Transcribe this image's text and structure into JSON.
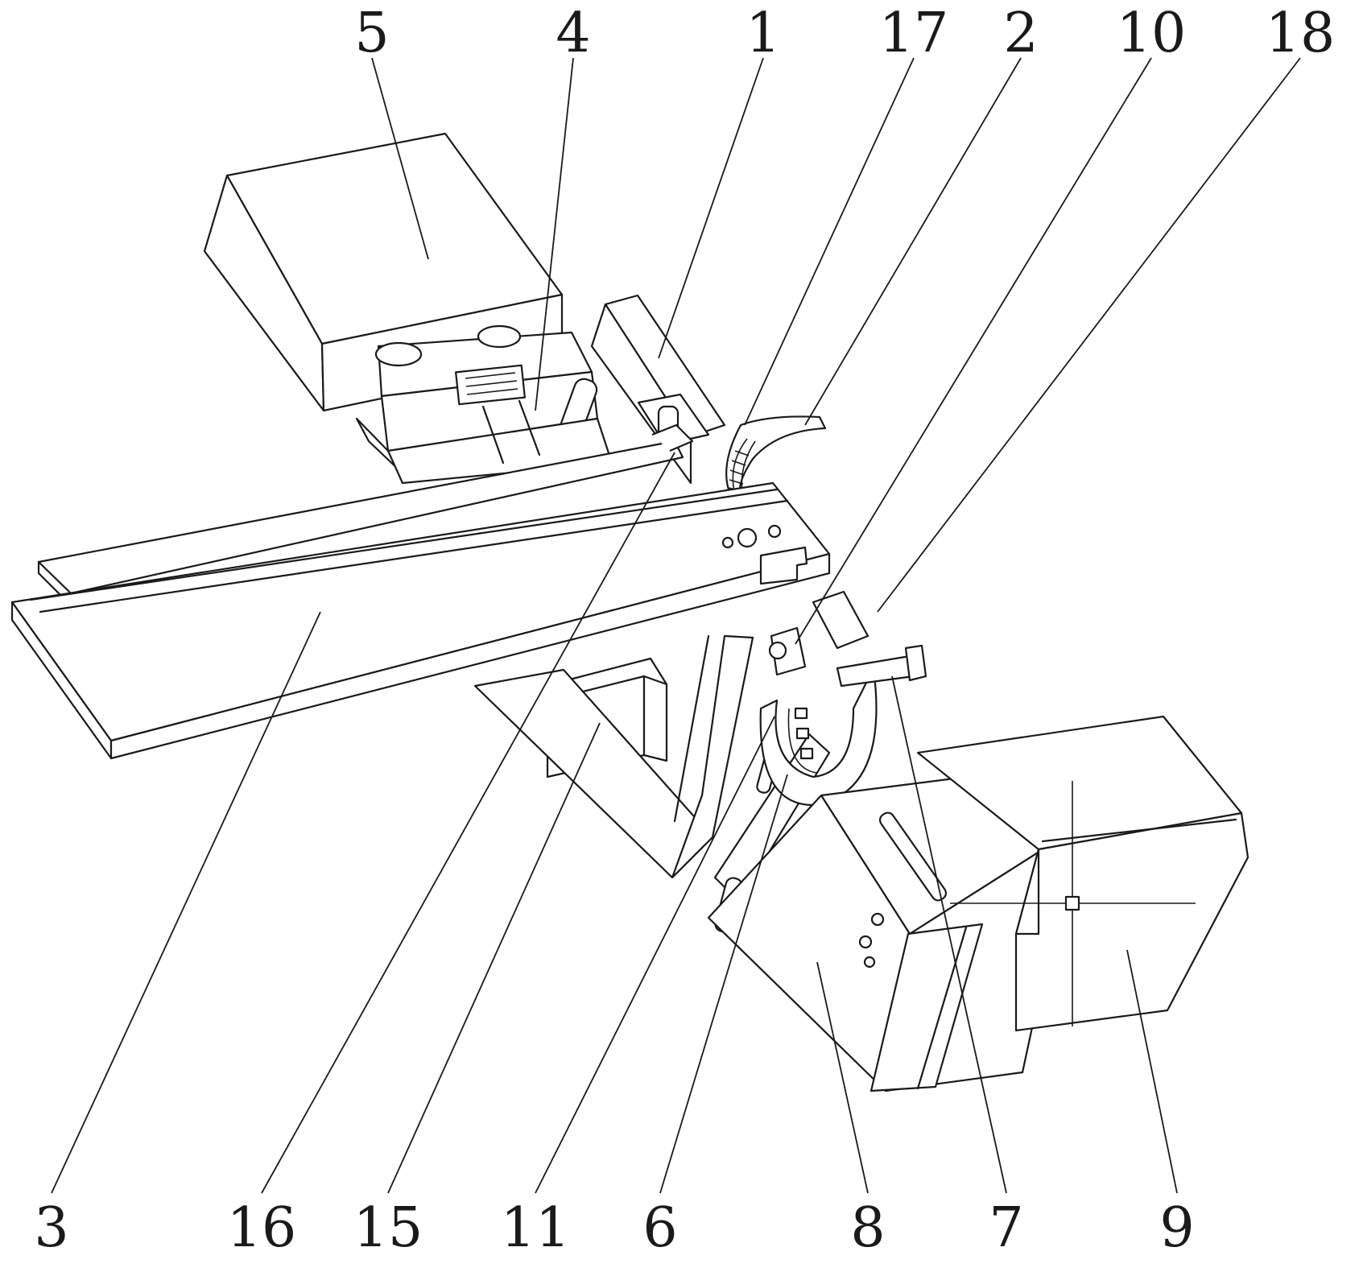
{
  "figure": {
    "callouts_top": [
      {
        "id": "5",
        "text": "5"
      },
      {
        "id": "4",
        "text": "4"
      },
      {
        "id": "1",
        "text": "1"
      },
      {
        "id": "17",
        "text": "17"
      },
      {
        "id": "2",
        "text": "2"
      },
      {
        "id": "10",
        "text": "10"
      },
      {
        "id": "18",
        "text": "18"
      }
    ],
    "callouts_bottom": [
      {
        "id": "3",
        "text": "3"
      },
      {
        "id": "16",
        "text": "16"
      },
      {
        "id": "15",
        "text": "15"
      },
      {
        "id": "11",
        "text": "11"
      },
      {
        "id": "6",
        "text": "6"
      },
      {
        "id": "8",
        "text": "8"
      },
      {
        "id": "7",
        "text": "7"
      },
      {
        "id": "9",
        "text": "9"
      }
    ],
    "colors": {
      "line": "#1a1a1a",
      "background": "#ffffff"
    }
  }
}
